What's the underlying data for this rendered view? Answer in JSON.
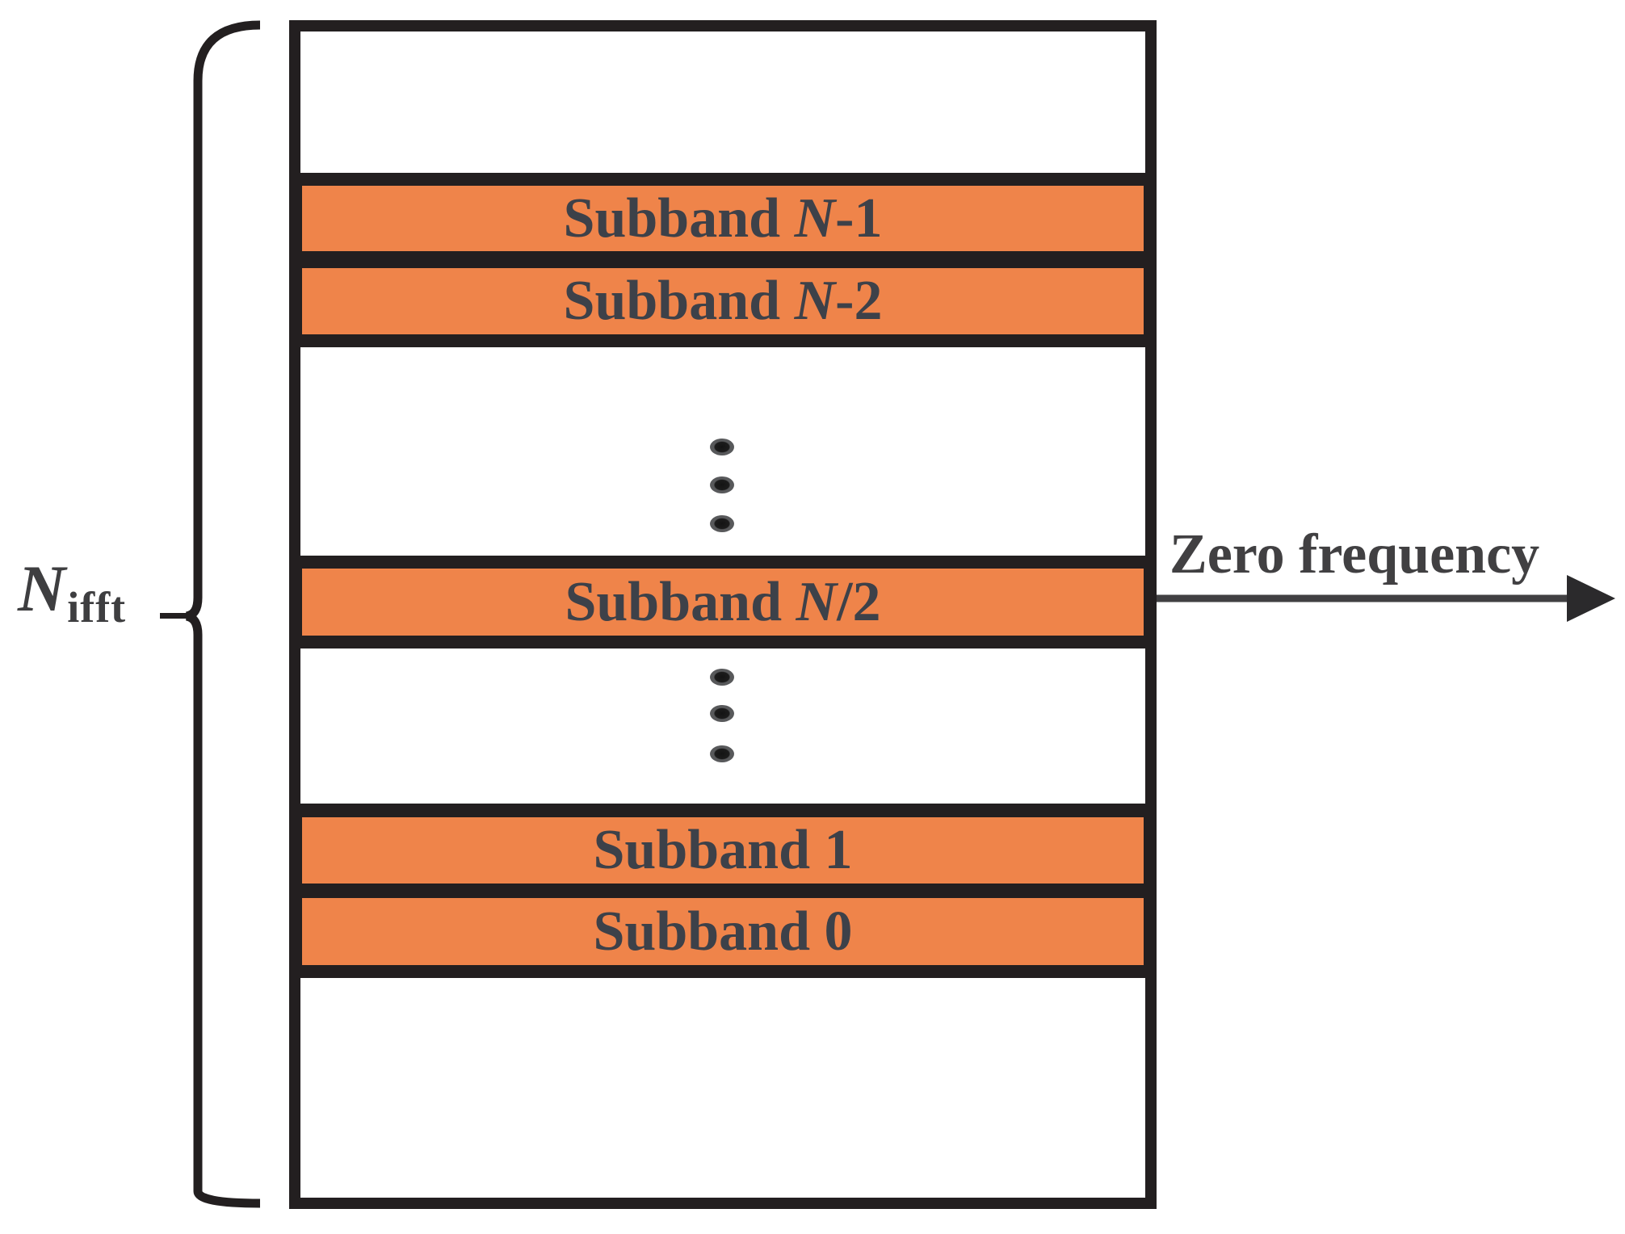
{
  "figure": {
    "left_label": {
      "main": "N",
      "subscript": "ifft"
    },
    "zero_frequency_label": "Zero frequency",
    "bands": [
      {
        "pre": "Subband ",
        "italic": "N",
        "post": "-1"
      },
      {
        "pre": "Subband ",
        "italic": "N",
        "post": "-2"
      },
      {
        "pre": "Subband ",
        "italic": "N",
        "post": "/2"
      },
      {
        "pre": "Subband ",
        "italic": "",
        "post": "1"
      },
      {
        "pre": "Subband ",
        "italic": "",
        "post": "0"
      }
    ],
    "colors": {
      "band_fill": "#EF844A",
      "border": "#231F20",
      "band_text": "#3D4149",
      "annotation": "#414042"
    }
  }
}
